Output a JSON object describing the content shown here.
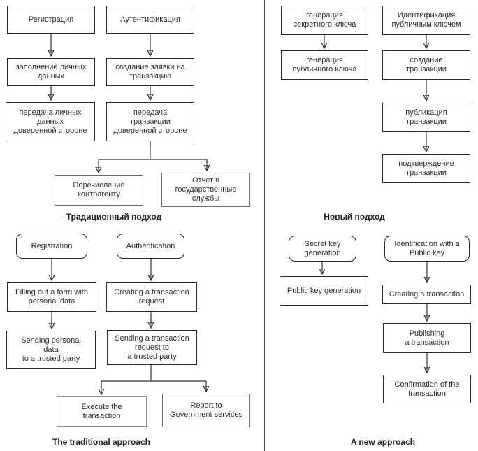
{
  "colors": {
    "box_border": "#2b2b2b",
    "gray_box_border": "#6e6e6e",
    "arrow": "#333333",
    "background": "#ffffff"
  },
  "quadrants": {
    "ru_traditional": {
      "caption": "Традиционный подход",
      "nodes": {
        "registration": "Регистрация",
        "fill_personal": "заполнение личных\nданных",
        "send_personal": "передача личных\nданных\nдоверенной стороне",
        "authentication": "Аутентификация",
        "create_request": "создание заявки на\nтранзакцию",
        "send_transaction": "передача\nтранзакции\nдоверенной стороне",
        "transfer_counterparty": "Перечисление\nконтрагенту",
        "report_gov": "Отчет в\nгосударственные\nслужбы"
      }
    },
    "ru_new": {
      "caption": "Новый подход",
      "nodes": {
        "secret_key": "генерация\nсекретного ключа",
        "public_key": "генерация\nпубличного ключа",
        "identification": "Идентификация\nпубличным ключем",
        "create_tx": "создание\nтранзакции",
        "publish_tx": "публикация\nтранзакции",
        "confirm_tx": "подтверждение\nтранзакции"
      }
    },
    "en_traditional": {
      "caption": "The traditional approach",
      "nodes": {
        "registration": "Registration",
        "fill_personal": "Filling out a form with\npersonal data",
        "send_personal": "Sending personal\ndata\nto a trusted party",
        "authentication": "Authentication",
        "create_request": "Creating a transaction\nrequest",
        "send_transaction": "Sending a transaction\nrequest to\na trusted party",
        "execute_tx": "Execute the\ntransaction",
        "report_gov": "Report to\nGovernment services"
      }
    },
    "en_new": {
      "caption": "A new approach",
      "nodes": {
        "secret_key": "Secret key\ngeneration",
        "public_key": "Public key generation",
        "identification": "Identification with a\nPublic key",
        "create_tx": "Creating a transaction",
        "publish_tx": "Publishing\na transaction",
        "confirm_tx": "Confirmation of the\ntransaction"
      }
    }
  }
}
